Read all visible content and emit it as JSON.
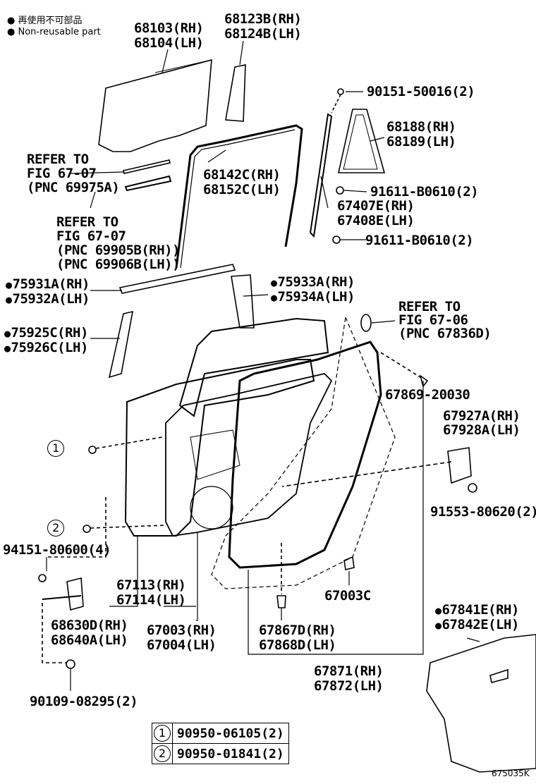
{
  "legend_header": {
    "jp": "再使用不可部品",
    "en": "Non-reusable part"
  },
  "labels": {
    "p68103": "68103(RH)",
    "p68104": "68104(LH)",
    "p68123": "68123B(RH)",
    "p68124": "68124B(LH)",
    "p90151": "90151-50016(2)",
    "p68188": "68188(RH)",
    "p68189": "68189(LH)",
    "refer1a": "REFER TO",
    "refer1b": "FIG 67-07",
    "refer1c": "(PNC 69975A)",
    "p68142": "68142C(RH)",
    "p68152": "68152C(LH)",
    "p91611a": "91611-B0610(2)",
    "p67407": "67407E(RH)",
    "p67408": "67408E(LH)",
    "refer2a": "REFER TO",
    "refer2b": "FIG 67-07",
    "refer2c": "(PNC 69905B(RH))",
    "refer2d": "(PNC 69906B(LH))",
    "p91611b": "91611-B0610(2)",
    "p75931": "75931A(RH)",
    "p75932": "75932A(LH)",
    "p75933": "75933A(RH)",
    "p75934": "75934A(LH)",
    "refer3a": "REFER TO",
    "refer3b": "FIG 67-06",
    "refer3c": "(PNC 67836D)",
    "p75925": "75925C(RH)",
    "p75926": "75926C(LH)",
    "p67869": "67869-20030",
    "p67927": "67927A(RH)",
    "p67928": "67928A(LH)",
    "c1": "1",
    "c2": "2",
    "p91553": "91553-80620(2)",
    "p94151": "94151-80600(4)",
    "p67113": "67113(RH)",
    "p67114": "67114(LH)",
    "p67003c": "67003C",
    "p68630": "68630D(RH)",
    "p68640": "68640A(LH)",
    "p67003": "67003(RH)",
    "p67004": "67004(LH)",
    "p67867": "67867D(RH)",
    "p67868": "67868D(LH)",
    "p67841": "67841E(RH)",
    "p67842": "67842E(LH)",
    "p90109": "90109-08295(2)",
    "p67871": "67871(RH)",
    "p67872": "67872(LH)",
    "fig_code": "675035K"
  },
  "legend_table": [
    {
      "num": "1",
      "part": "90950-06105(2)"
    },
    {
      "num": "2",
      "part": "90950-01841(2)"
    }
  ]
}
